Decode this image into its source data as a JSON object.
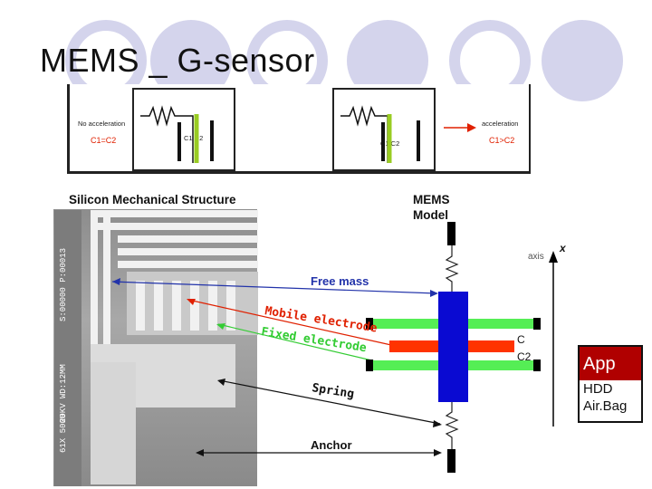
{
  "slide": {
    "title": "MEMS _ G-sensor"
  },
  "top_panels": {
    "left_label_1": "No acceleration",
    "left_label_2": "C1=C2",
    "left_cap_label": "C1 C2",
    "right_cap_label": "C1 C2",
    "right_label_1": "acceleration",
    "right_label_2": "C1>C2"
  },
  "diagram": {
    "heading_structure": "Silicon Mechanical Structure",
    "heading_model_1": "MEMS",
    "heading_model_2": "Model",
    "axis_label": "axis",
    "axis_var": "x",
    "free_mass": "Free mass",
    "mobile_electrode": "Mobile electrode",
    "fixed_electrode": "Fixed electrode",
    "spring": "Spring",
    "anchor": "Anchor",
    "c1_label": "C",
    "c2_label": "C2",
    "photo_text_1": "S:00000 P:00013",
    "photo_text_2": "20KV WD:12MM",
    "photo_text_3": "61X 500U"
  },
  "app_box": {
    "title": "App",
    "line_1": "HDD",
    "line_2": "Air.Bag"
  },
  "colors": {
    "decor": "#d4d4ec",
    "mass_blue": "#0a0ad2",
    "electrode_green": "#55ee55",
    "mobile_red": "#ff3300",
    "arrow_blue": "#2233aa",
    "label_red": "#e02000",
    "label_green": "#33cc33",
    "app_red": "#b00000"
  }
}
